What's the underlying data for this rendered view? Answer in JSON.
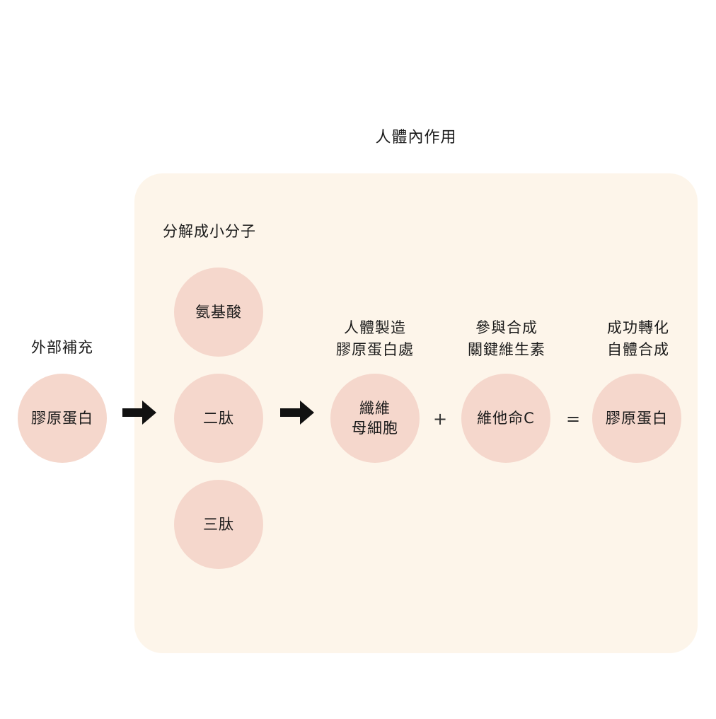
{
  "title": "人體內作用",
  "external": {
    "label": "外部補充",
    "circle": "膠原蛋白"
  },
  "breakdown": {
    "label": "分解成小分子",
    "circles": [
      "氨基酸",
      "二肽",
      "三肽"
    ]
  },
  "synthesis": {
    "step1": {
      "label_line1": "人體製造",
      "label_line2": "膠原蛋白處",
      "circle_line1": "纖維",
      "circle_line2": "母細胞"
    },
    "step2": {
      "label_line1": "參與合成",
      "label_line2": "關鍵維生素",
      "circle": "維他命C"
    },
    "step3": {
      "label_line1": "成功轉化",
      "label_line2": "自體合成",
      "circle": "膠原蛋白"
    },
    "plus": "+",
    "equals": "="
  },
  "colors": {
    "panel": "#fdf5ea",
    "circle": "#f5d7cc",
    "arrow": "#111111"
  }
}
